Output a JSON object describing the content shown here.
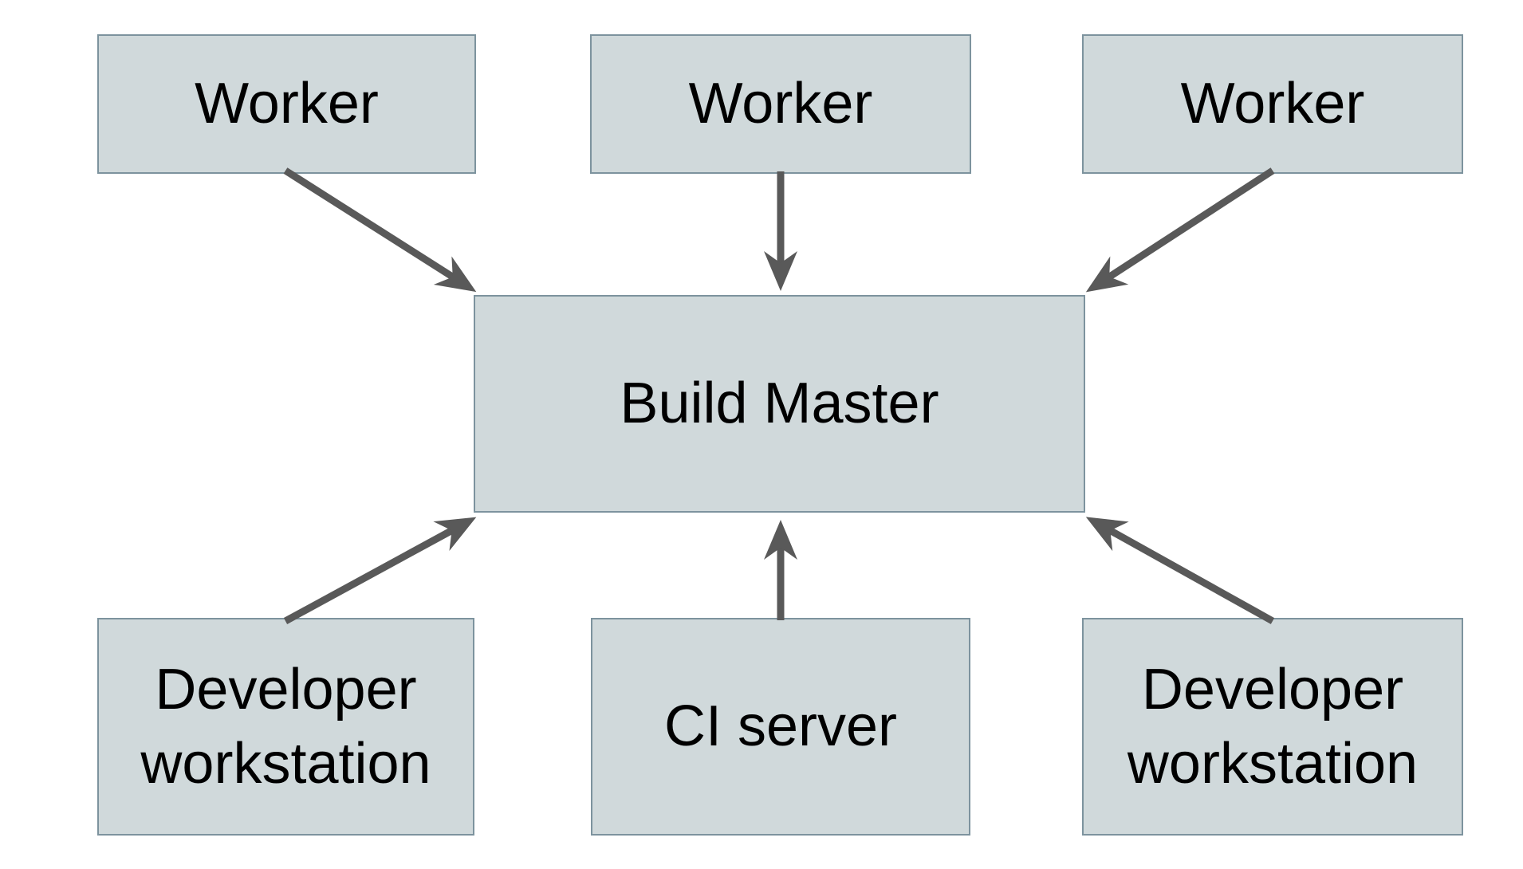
{
  "diagram": {
    "type": "architecture-diagram",
    "nodes": {
      "worker_1": {
        "label": "Worker"
      },
      "worker_2": {
        "label": "Worker"
      },
      "worker_3": {
        "label": "Worker"
      },
      "build_master": {
        "label": "Build Master"
      },
      "dev_workstation_left": {
        "label": "Developer workstation"
      },
      "ci_server": {
        "label": "CI server"
      },
      "dev_workstation_right": {
        "label": "Developer workstation"
      }
    },
    "edges": [
      {
        "from": "worker_1",
        "to": "build_master"
      },
      {
        "from": "worker_2",
        "to": "build_master"
      },
      {
        "from": "worker_3",
        "to": "build_master"
      },
      {
        "from": "dev_workstation_left",
        "to": "build_master"
      },
      {
        "from": "ci_server",
        "to": "build_master"
      },
      {
        "from": "dev_workstation_right",
        "to": "build_master"
      }
    ],
    "colors": {
      "node_fill": "#d0d9db",
      "node_border": "#7d939e",
      "arrow": "#595959",
      "text": "#000000",
      "background": "#ffffff"
    }
  }
}
